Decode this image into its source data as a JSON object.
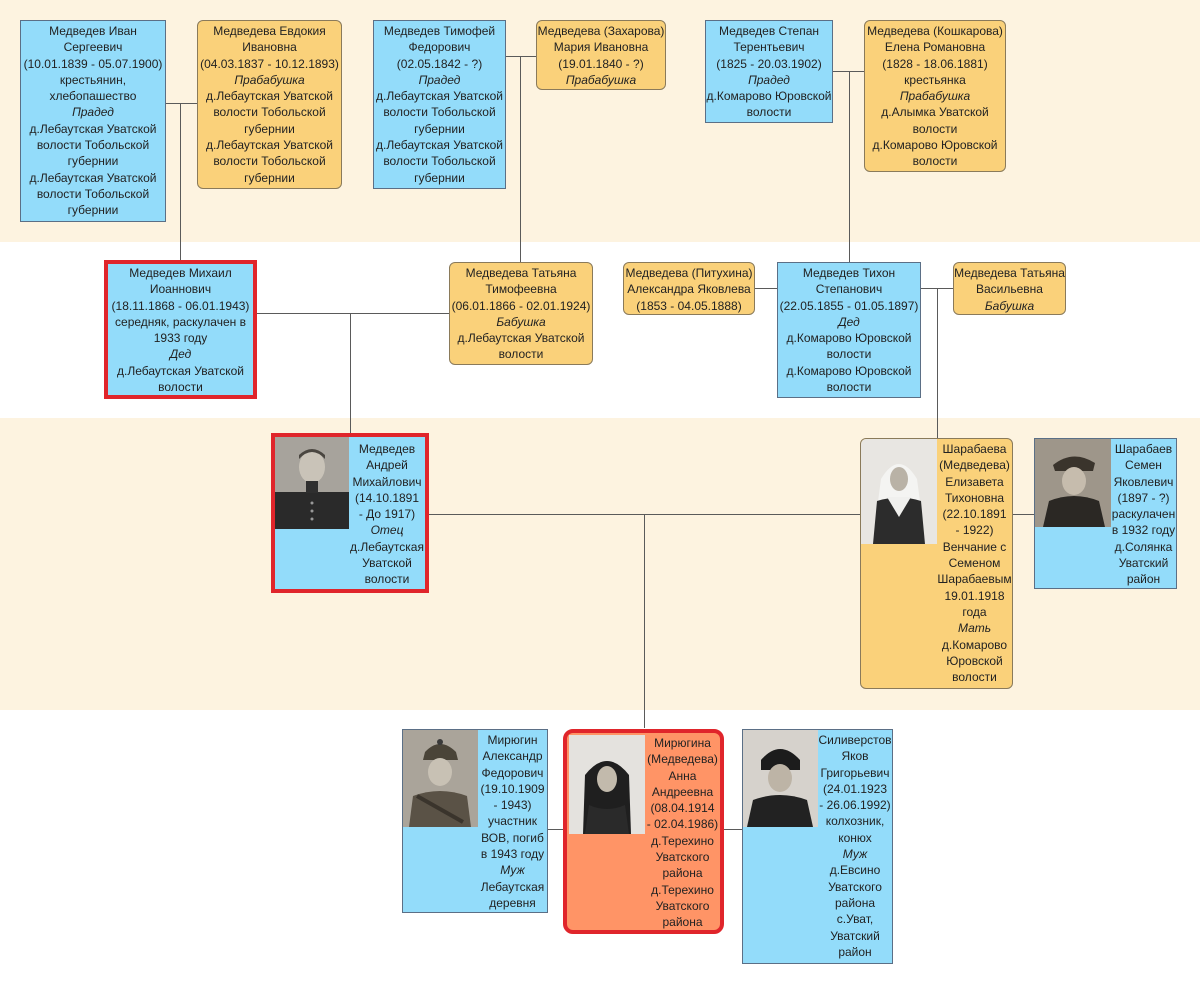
{
  "colors": {
    "male": "#93dcfa",
    "female": "#fad17a",
    "root": "#ff9466",
    "highlight": "#e0252b",
    "band": "#fdf3e0",
    "line": "#5a5a5a"
  },
  "persons": {
    "ivan": [
      "Медведев Иван",
      "Сергеевич",
      "(10.01.1839 - 05.07.1900)",
      "крестьянин,",
      "хлебопашество",
      "Прадед",
      "д.Лебаутская Уватской",
      "волости Тобольской",
      "губернии",
      "д.Лебаутская Уватской",
      "волости Тобольской",
      "губернии"
    ],
    "evdokia": [
      "Медведева Евдокия",
      "Ивановна",
      "(04.03.1837 - 10.12.1893)",
      "Прабабушка",
      "д.Лебаутская Уватской",
      "волости Тобольской",
      "губернии",
      "д.Лебаутская Уватской",
      "волости Тобольской",
      "губернии"
    ],
    "timofei": [
      "Медведев Тимофей",
      "Федорович",
      "(02.05.1842 - ?)",
      "Прадед",
      "д.Лебаутская Уватской",
      "волости Тобольской",
      "губернии",
      "д.Лебаутская Уватской",
      "волости Тобольской",
      "губернии"
    ],
    "maria": [
      "Медведева (Захарова)",
      "Мария Ивановна",
      "(19.01.1840 - ?)",
      "Прабабушка"
    ],
    "stepan": [
      "Медведев Степан",
      "Терентьевич",
      "(1825 - 20.03.1902)",
      "Прадед",
      "д.Комарово Юровской",
      "волости"
    ],
    "elena": [
      "Медведева (Кошкарова)",
      "Елена Романовна",
      "(1828 - 18.06.1881)",
      "крестьянка",
      "Прабабушка",
      "д.Алымка Уватской",
      "волости",
      "д.Комарово Юровской",
      "волости"
    ],
    "mikhail": [
      "Медведев Михаил",
      "Иоаннович",
      "(18.11.1868 - 06.01.1943)",
      "середняк, раскулачен в",
      "1933 году",
      "Дед",
      "д.Лебаутская Уватской",
      "волости"
    ],
    "tatyana_t": [
      "Медведева Татьяна",
      "Тимофеевна",
      "(06.01.1866 - 02.01.1924)",
      "Бабушка",
      "д.Лебаутская Уватской",
      "волости"
    ],
    "alexandra": [
      "Медведева (Питухина)",
      "Александра Яковлева",
      "(1853 - 04.05.1888)"
    ],
    "tikhon": [
      "Медведев Тихон",
      "Степанович",
      "(22.05.1855 - 01.05.1897)",
      "Дед",
      "д.Комарово Юровской",
      "волости",
      "д.Комарово Юровской",
      "волости"
    ],
    "tatyana_v": [
      "Медведева Татьяна",
      "Васильевна",
      "Бабушка"
    ],
    "andrei": [
      "Медведев",
      "Андрей",
      "Михайлович",
      "(14.10.1891",
      "- До 1917)",
      "Отец",
      "д.Лебаутская",
      "Уватской",
      "волости"
    ],
    "elizaveta": [
      "Шарабаева",
      "(Медведева)",
      "Елизавета",
      "Тихоновна",
      "(22.10.1891",
      "- 1922)",
      "Венчание с",
      "Семеном",
      "Шарабаевым",
      "19.01.1918",
      "года",
      "Мать",
      "д.Комарово",
      "Юровской",
      "волости"
    ],
    "semen": [
      "Шарабаев",
      "Семен",
      "Яковлевич",
      "(1897 - ?)",
      "раскулачен",
      "в 1932 году",
      "д.Солянка",
      "Уватский",
      "район"
    ],
    "aleksandr": [
      "Мирюгин",
      "Александр",
      "Федорович",
      "(19.10.1909",
      "- 1943)",
      "участник",
      "ВОВ, погиб",
      "в 1943 году",
      "Муж",
      "Лебаутская",
      "деревня"
    ],
    "anna": [
      "Мирюгина",
      "(Медведева)",
      "Анна",
      "Андреевна",
      "(08.04.1914",
      "- 02.04.1986)",
      "д.Терехино",
      "Уватского",
      "района",
      "д.Терехино",
      "Уватского",
      "района"
    ],
    "yakov": [
      "Силиверстов",
      "Яков",
      "Григорьевич",
      "(24.01.1923",
      "- 26.06.1992)",
      "колхозник,",
      "конюх",
      "Муж",
      "д.Евсино",
      "Уватского",
      "района",
      "с.Уват,",
      "Уватский",
      "район"
    ]
  },
  "italic_roles": [
    "Прадед",
    "Прабабушка",
    "Дед",
    "Бабушка",
    "Отец",
    "Мать",
    "Муж"
  ]
}
